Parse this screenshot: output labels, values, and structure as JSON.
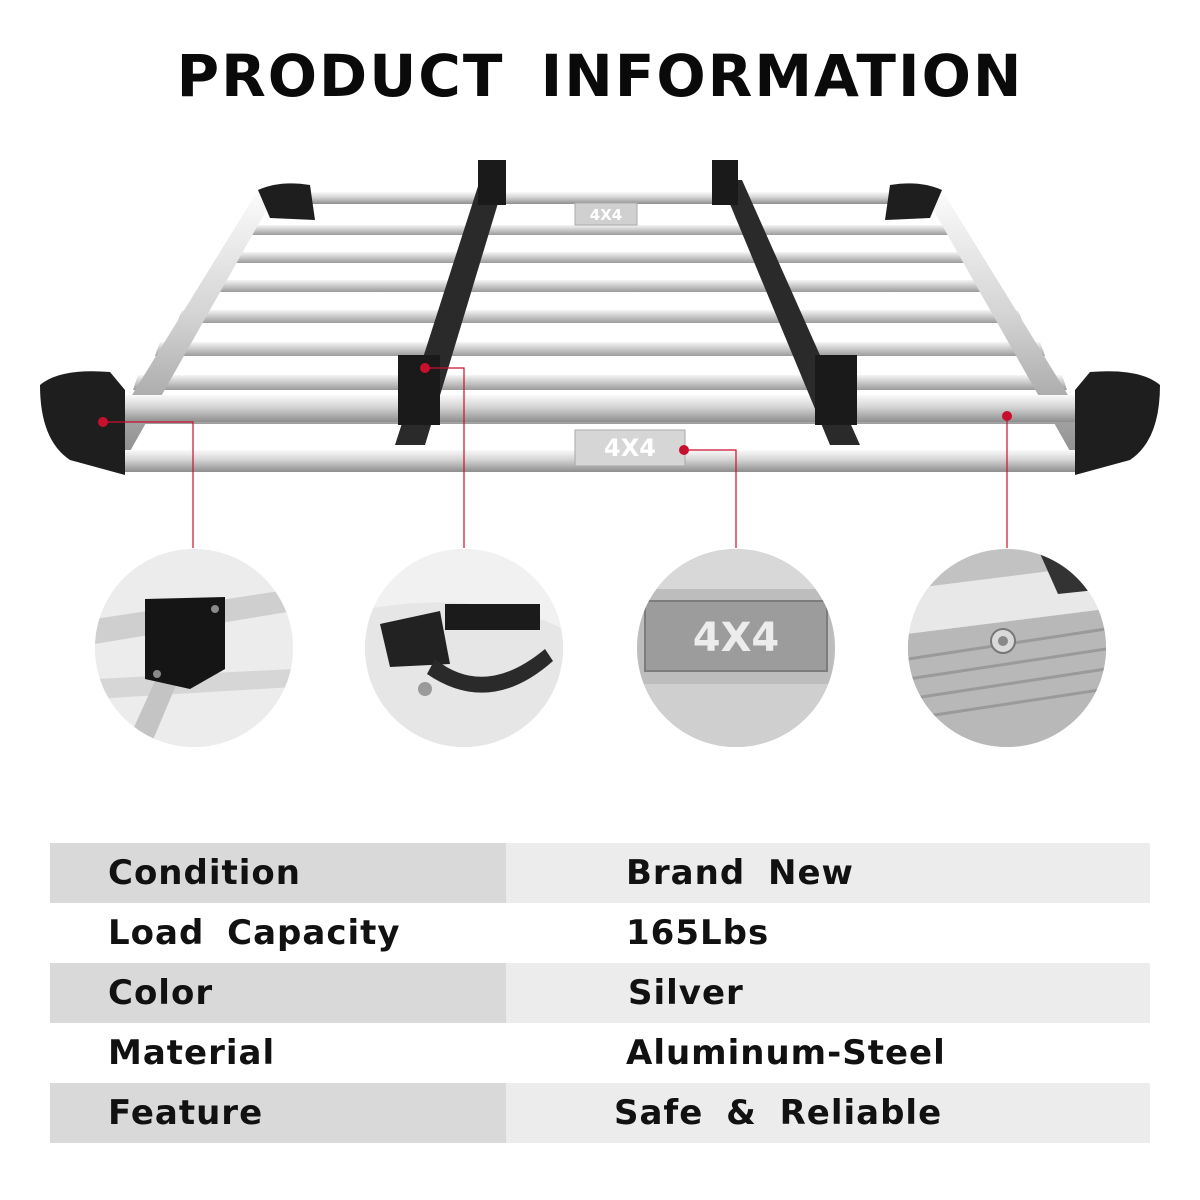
{
  "page": {
    "title": "PRODUCT INFORMATION",
    "accent_color": "#c8102e",
    "rack_badge_text": "4X4"
  },
  "details": [
    {
      "name": "corner-cap",
      "icon": "corner-cap-icon"
    },
    {
      "name": "mounting-clamp",
      "icon": "clamp-icon"
    },
    {
      "name": "4x4-badge",
      "icon": "badge-icon",
      "text": "4X4"
    },
    {
      "name": "rail-bolt",
      "icon": "bolt-icon"
    }
  ],
  "specs": [
    {
      "label": "Condition",
      "value": "Brand New"
    },
    {
      "label": "Load Capacity",
      "value": "165Lbs"
    },
    {
      "label": "Color",
      "value": "Silver"
    },
    {
      "label": "Material",
      "value": "Aluminum-Steel"
    },
    {
      "label": "Feature",
      "value": "Safe & Reliable"
    }
  ]
}
